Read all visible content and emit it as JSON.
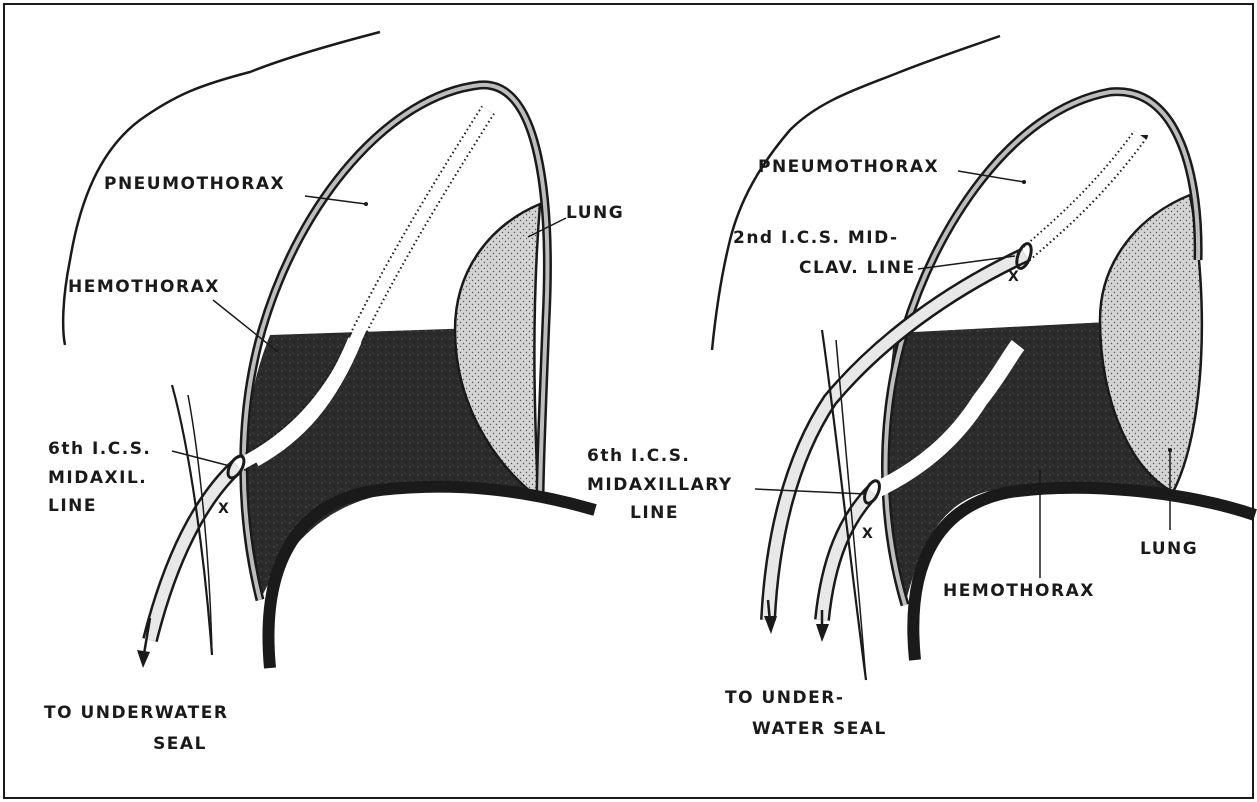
{
  "left_panel": {
    "pneumothorax": "PNEUMOTHORAX",
    "lung": "LUNG",
    "hemothorax": "HEMOTHORAX",
    "insertion_site": [
      "6th I.C.S.",
      "MIDAXIL.",
      "LINE"
    ],
    "drain_destination": [
      "TO UNDERWATER",
      "SEAL"
    ]
  },
  "right_panel": {
    "pneumothorax": "PNEUMOTHORAX",
    "upper_insertion_site": [
      "2nd I.C.S. MID-",
      "CLAV. LINE"
    ],
    "lower_insertion_site": [
      "6th I.C.S.",
      "MIDAXILLARY",
      "LINE"
    ],
    "hemothorax": "HEMOTHORAX",
    "lung": "LUNG",
    "drain_destination": [
      "TO UNDER-",
      "WATER SEAL"
    ]
  },
  "colors": {
    "ink": "#1a1a1a",
    "hemothorax": "#2b2b2b",
    "lung": "#c9c9c9",
    "pleura": "#bdbdbd",
    "paper": "#ffffff"
  }
}
